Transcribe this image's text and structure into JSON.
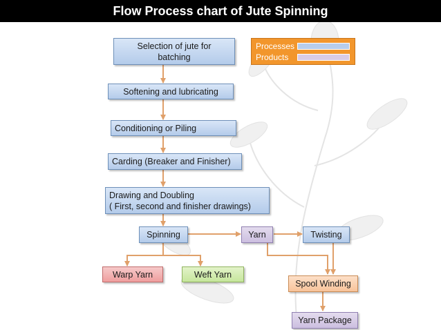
{
  "title": "Flow Process chart of Jute Spinning",
  "legend": {
    "processes": "Processes",
    "products": "Products",
    "processes_color": "#b7cdeb",
    "products_color": "#d9cce6",
    "background_color": "#f2962c"
  },
  "boxes": {
    "selection": "Selection of jute for batching",
    "softening": "Softening and lubricating",
    "conditioning": "Conditioning or Piling",
    "carding": "Carding (Breaker and Finisher)",
    "drawing_line1": "Drawing and Doubling",
    "drawing_line2": "( First, second and finisher drawings)",
    "spinning": "Spinning",
    "yarn": "Yarn",
    "twisting": "Twisting",
    "warp_yarn": "Warp Yarn",
    "weft_yarn": "Weft Yarn",
    "spool_winding": "Spool Winding",
    "yarn_package": "Yarn Package"
  },
  "arrow_color": "#e0a06a"
}
